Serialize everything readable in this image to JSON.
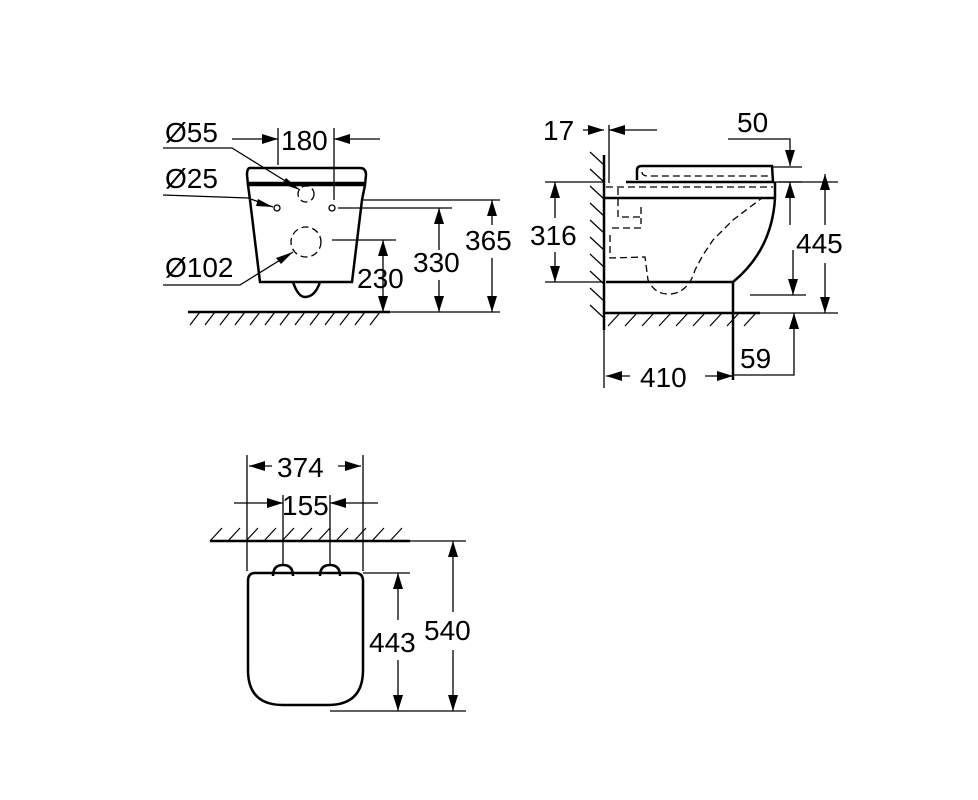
{
  "front_view": {
    "dim_outlet_diameter": "Ø55",
    "dim_bolt_spacing": "180",
    "dim_bolt_diameter": "Ø25",
    "dim_waste_diameter": "Ø102",
    "dim_waste_height": "230",
    "dim_bolt_height": "330",
    "dim_inlet_height": "365"
  },
  "side_view": {
    "dim_wall_gap": "17",
    "dim_seat_thickness": "50",
    "dim_bowl_height": "316",
    "dim_total_height": "445",
    "dim_depth": "410",
    "dim_floor_clearance": "59"
  },
  "top_view": {
    "dim_width": "374",
    "dim_hinge_spacing": "155",
    "dim_seat_length": "443",
    "dim_total_length": "540"
  }
}
